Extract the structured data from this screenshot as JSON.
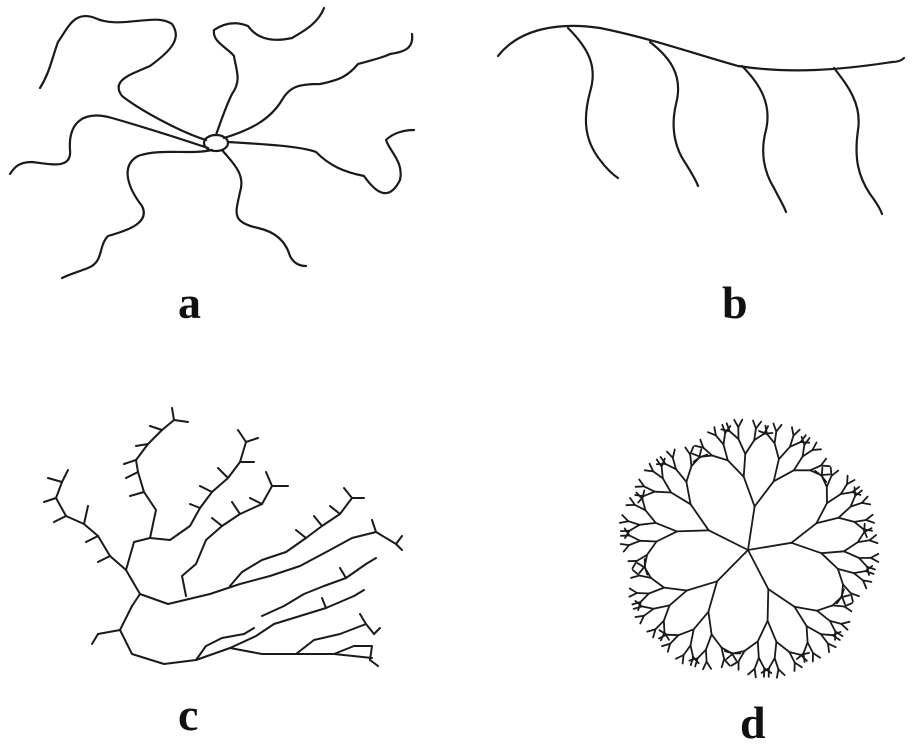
{
  "panels": [
    {
      "id": "a",
      "label": "a"
    },
    {
      "id": "b",
      "label": "b"
    },
    {
      "id": "c",
      "label": "c"
    },
    {
      "id": "d",
      "label": "d"
    }
  ],
  "style": {
    "stroke": "#1a1a1a",
    "background": "#ffffff"
  }
}
